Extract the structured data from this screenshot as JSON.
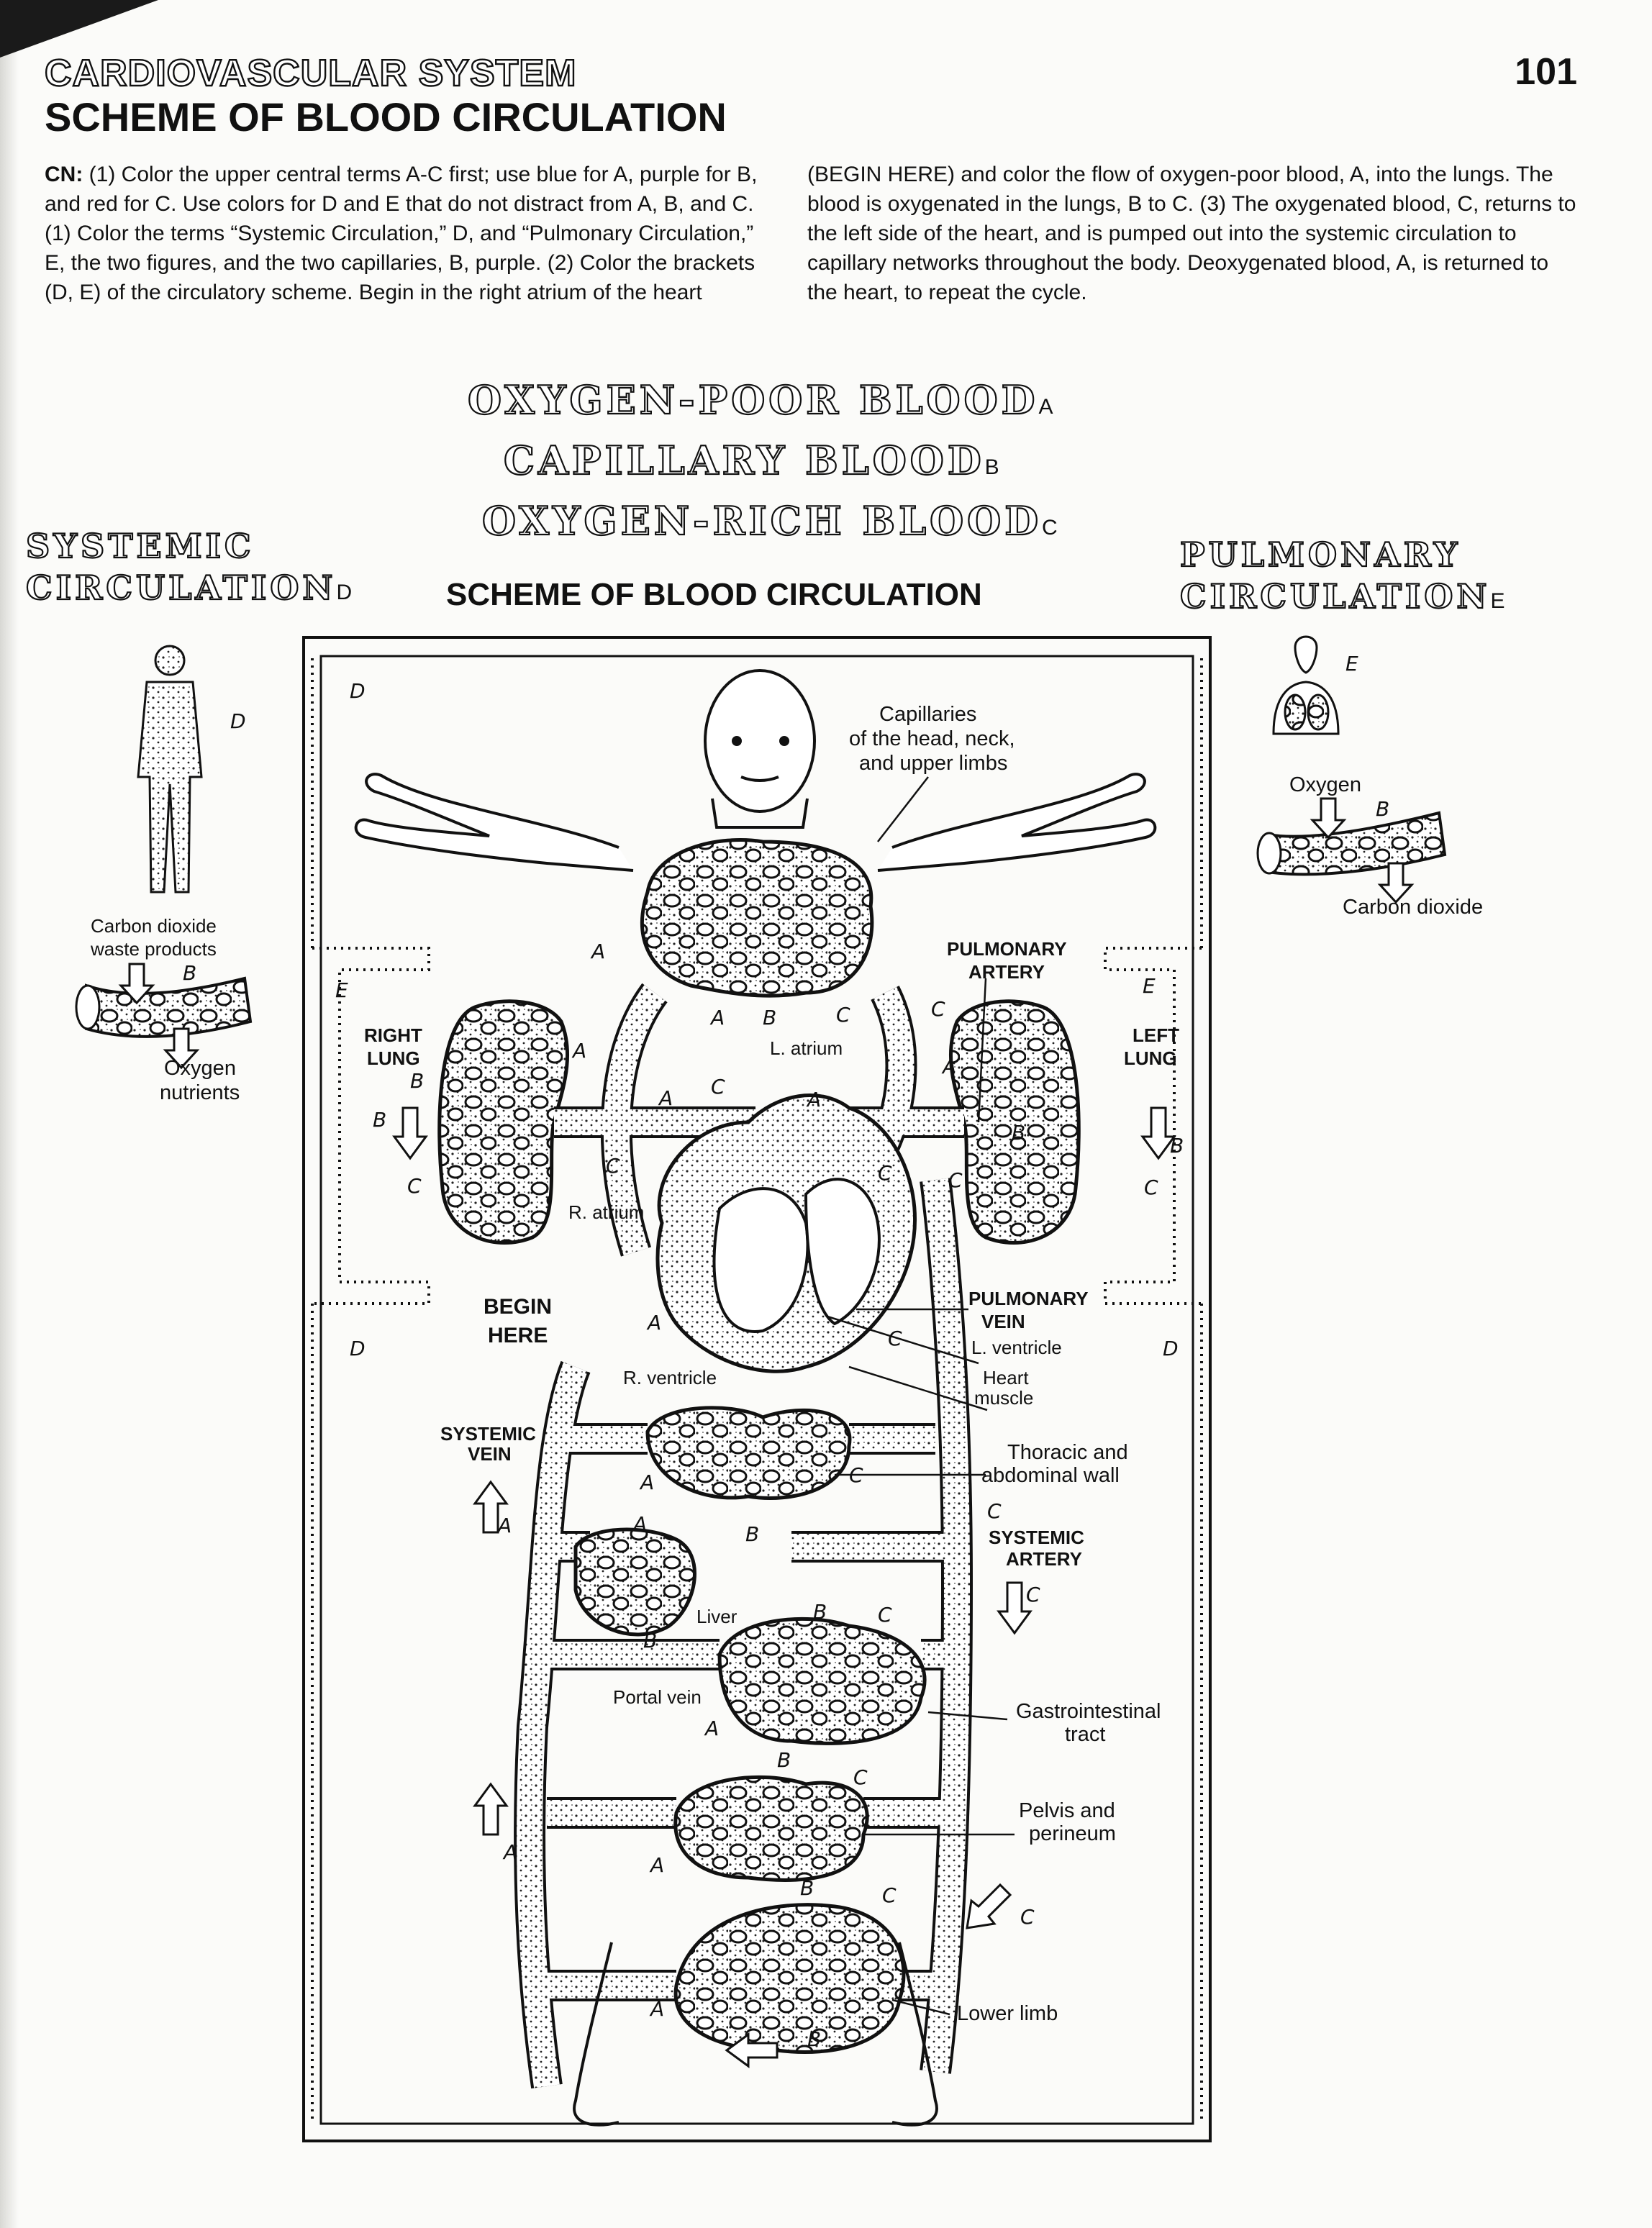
{
  "header": {
    "section": "CARDIOVASCULAR SYSTEM",
    "title": "SCHEME OF BLOOD CIRCULATION",
    "page_number": "101"
  },
  "instructions": {
    "cn_label": "CN:",
    "left": "(1) Color the upper central terms A-C first; use blue for A, purple for B, and red for C. Use colors for D and E that do not distract from A, B, and C. (1) Color the terms “Systemic Circulation,” D, and “Pulmonary Circulation,” E, the two figures, and the two capillaries, B, purple. (2) Color the brackets (D, E) of the circulatory scheme. Begin in the right atrium of the heart",
    "right": "(BEGIN HERE) and color the flow of oxygen-poor blood, A, into the lungs. The blood is oxygenated in the lungs, B to C. (3) The oxygenated blood, C, returns to the left side of the heart, and is pumped out into the systemic circulation to capillary networks throughout the body. Deoxygenated blood, A, is returned to the heart, to repeat the cycle."
  },
  "key_terms": [
    {
      "label": "OXYGEN-POOR BLOOD",
      "letter": "A"
    },
    {
      "label": "CAPILLARY BLOOD",
      "letter": "B"
    },
    {
      "label": "OXYGEN-RICH BLOOD",
      "letter": "C"
    }
  ],
  "systemic": {
    "line1": "SYSTEMIC",
    "line2": "CIRCULATION",
    "letter": "D"
  },
  "pulmonary": {
    "line1": "PULMONARY",
    "line2": "CIRCULATION",
    "letter": "E"
  },
  "diagram_title": "SCHEME OF BLOOD CIRCULATION",
  "letters": {
    "a": "A",
    "b": "B",
    "c": "C",
    "d": "D",
    "e": "E"
  },
  "side_left": {
    "line1": "Carbon dioxide",
    "line2": "waste products",
    "out1": "Oxygen",
    "out2": "nutrients"
  },
  "side_right": {
    "in": "Oxygen",
    "out": "Carbon dioxide"
  },
  "labels": {
    "cap_head_1": "Capillaries",
    "cap_head_2": "of the head, neck,",
    "cap_head_3": "and upper limbs",
    "pulm_artery_1": "PULMONARY",
    "pulm_artery_2": "ARTERY",
    "right_lung_1": "RIGHT",
    "right_lung_2": "LUNG",
    "left_lung_1": "LEFT",
    "left_lung_2": "LUNG",
    "l_atrium": "L. atrium",
    "r_atrium": "R. atrium",
    "begin_1": "BEGIN",
    "begin_2": "HERE",
    "pulm_vein_1": "PULMONARY",
    "pulm_vein_2": "VEIN",
    "l_ventricle": "L. ventricle",
    "r_ventricle": "R. ventricle",
    "heart_muscle_1": "Heart",
    "heart_muscle_2": "muscle",
    "systemic_vein_1": "SYSTEMIC",
    "systemic_vein_2": "VEIN",
    "thoracic_1": "Thoracic and",
    "thoracic_2": "abdominal wall",
    "systemic_artery_1": "SYSTEMIC",
    "systemic_artery_2": "ARTERY",
    "liver": "Liver",
    "portal_vein": "Portal vein",
    "gi_1": "Gastrointestinal",
    "gi_2": "tract",
    "pelvis_1": "Pelvis and",
    "pelvis_2": "perineum",
    "lower_limb": "Lower limb"
  }
}
